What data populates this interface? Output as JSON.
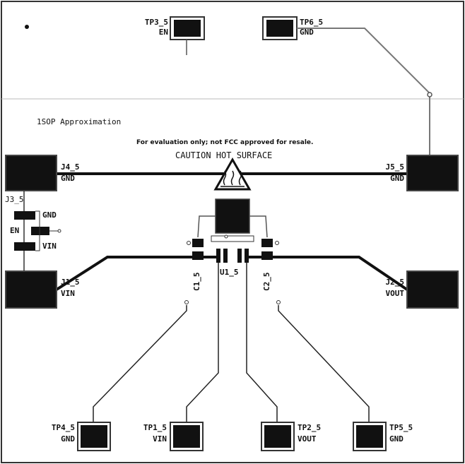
{
  "layout": {
    "approximation_label": "1SOP Approximation",
    "disclaimer": "For evaluation only; not FCC approved for resale.",
    "caution": "CAUTION HOT SURFACE"
  },
  "test_points": {
    "tp3": {
      "ref": "TP3_5",
      "net": "EN"
    },
    "tp6": {
      "ref": "TP6_5",
      "net": "GND"
    },
    "tp4": {
      "ref": "TP4_5",
      "net": "GND"
    },
    "tp1": {
      "ref": "TP1_5",
      "net": "VIN"
    },
    "tp2": {
      "ref": "TP2_5",
      "net": "VOUT"
    },
    "tp5": {
      "ref": "TP5_5",
      "net": "GND"
    }
  },
  "connectors": {
    "j4": {
      "ref": "J4_5",
      "net": "GND"
    },
    "j5": {
      "ref": "J5_5",
      "net": "GND"
    },
    "j1": {
      "ref": "J1_5",
      "net": "VIN"
    },
    "j2": {
      "ref": "J2_5",
      "net": "VOUT"
    },
    "j3": {
      "ref": "J3_5",
      "pin_gnd": "GND",
      "pin_en": "EN",
      "pin_vin": "VIN"
    }
  },
  "components": {
    "c1": "C1_5",
    "u1": "U1_5",
    "c2": "C2_5"
  },
  "colors": {
    "pad": "#111111",
    "trace": "#111111",
    "outline": "#333333",
    "thin_trace": "#555555"
  }
}
